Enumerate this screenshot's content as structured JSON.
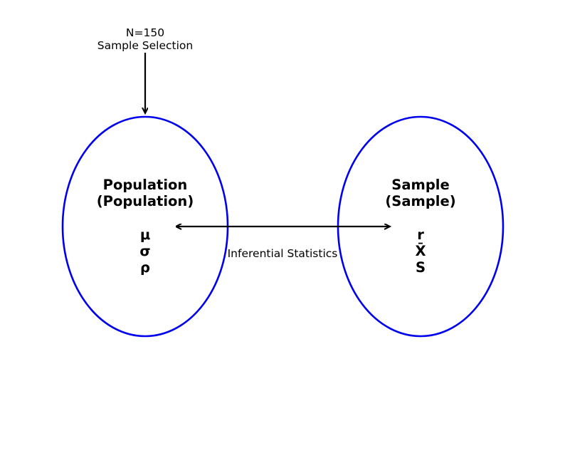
{
  "sample_selection": {
    "n_label": "N=150",
    "label": "Sample Selection"
  },
  "population": {
    "title_line1": "Population",
    "title_line2": "(Population)",
    "symbols": [
      "μ",
      "σ",
      "ρ"
    ]
  },
  "sample": {
    "title_line1": "Sample",
    "title_line2": "(Sample)",
    "symbols": [
      "r",
      "X̄",
      "S"
    ]
  },
  "inference": {
    "label": "Inferential Statistics"
  },
  "colors": {
    "ellipse": "#0000ee",
    "arrow": "#000000",
    "text": "#000000"
  }
}
